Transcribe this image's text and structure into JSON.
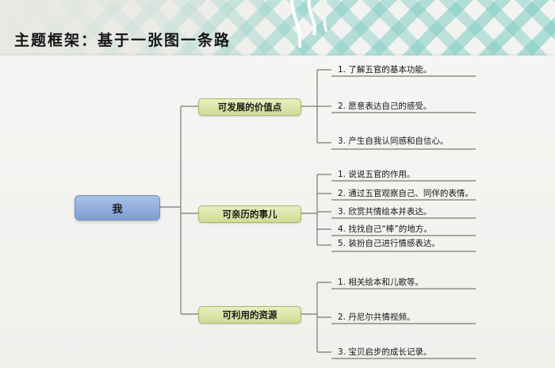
{
  "title": "主题框架：基于一张图一条路",
  "root": {
    "label": "我"
  },
  "branches": [
    {
      "label": "可发展的价值点",
      "items": [
        "1. 了解五官的基本功能。",
        "2. 愿意表达自己的感受。",
        "3. 产生自我认同感和自信心。"
      ]
    },
    {
      "label": "可亲历的事儿",
      "items": [
        "1. 说说五官的作用。",
        "2. 通过五官观察自己、同伴的表情。",
        "3. 欣赏共情绘本并表达。",
        "4. 找找自己“棒”的地方。",
        "5. 装扮自己进行情感表达。"
      ]
    },
    {
      "label": "可利用的资源",
      "items": [
        "1. 相关绘本和儿歌等。",
        "2. 丹尼尔共情视频。",
        "3. 宝贝启步的成长记录。"
      ]
    }
  ],
  "colors": {
    "root_fill": "#8fb0de",
    "branch_fill": "#dce8aa",
    "line": "#7a7a72"
  }
}
